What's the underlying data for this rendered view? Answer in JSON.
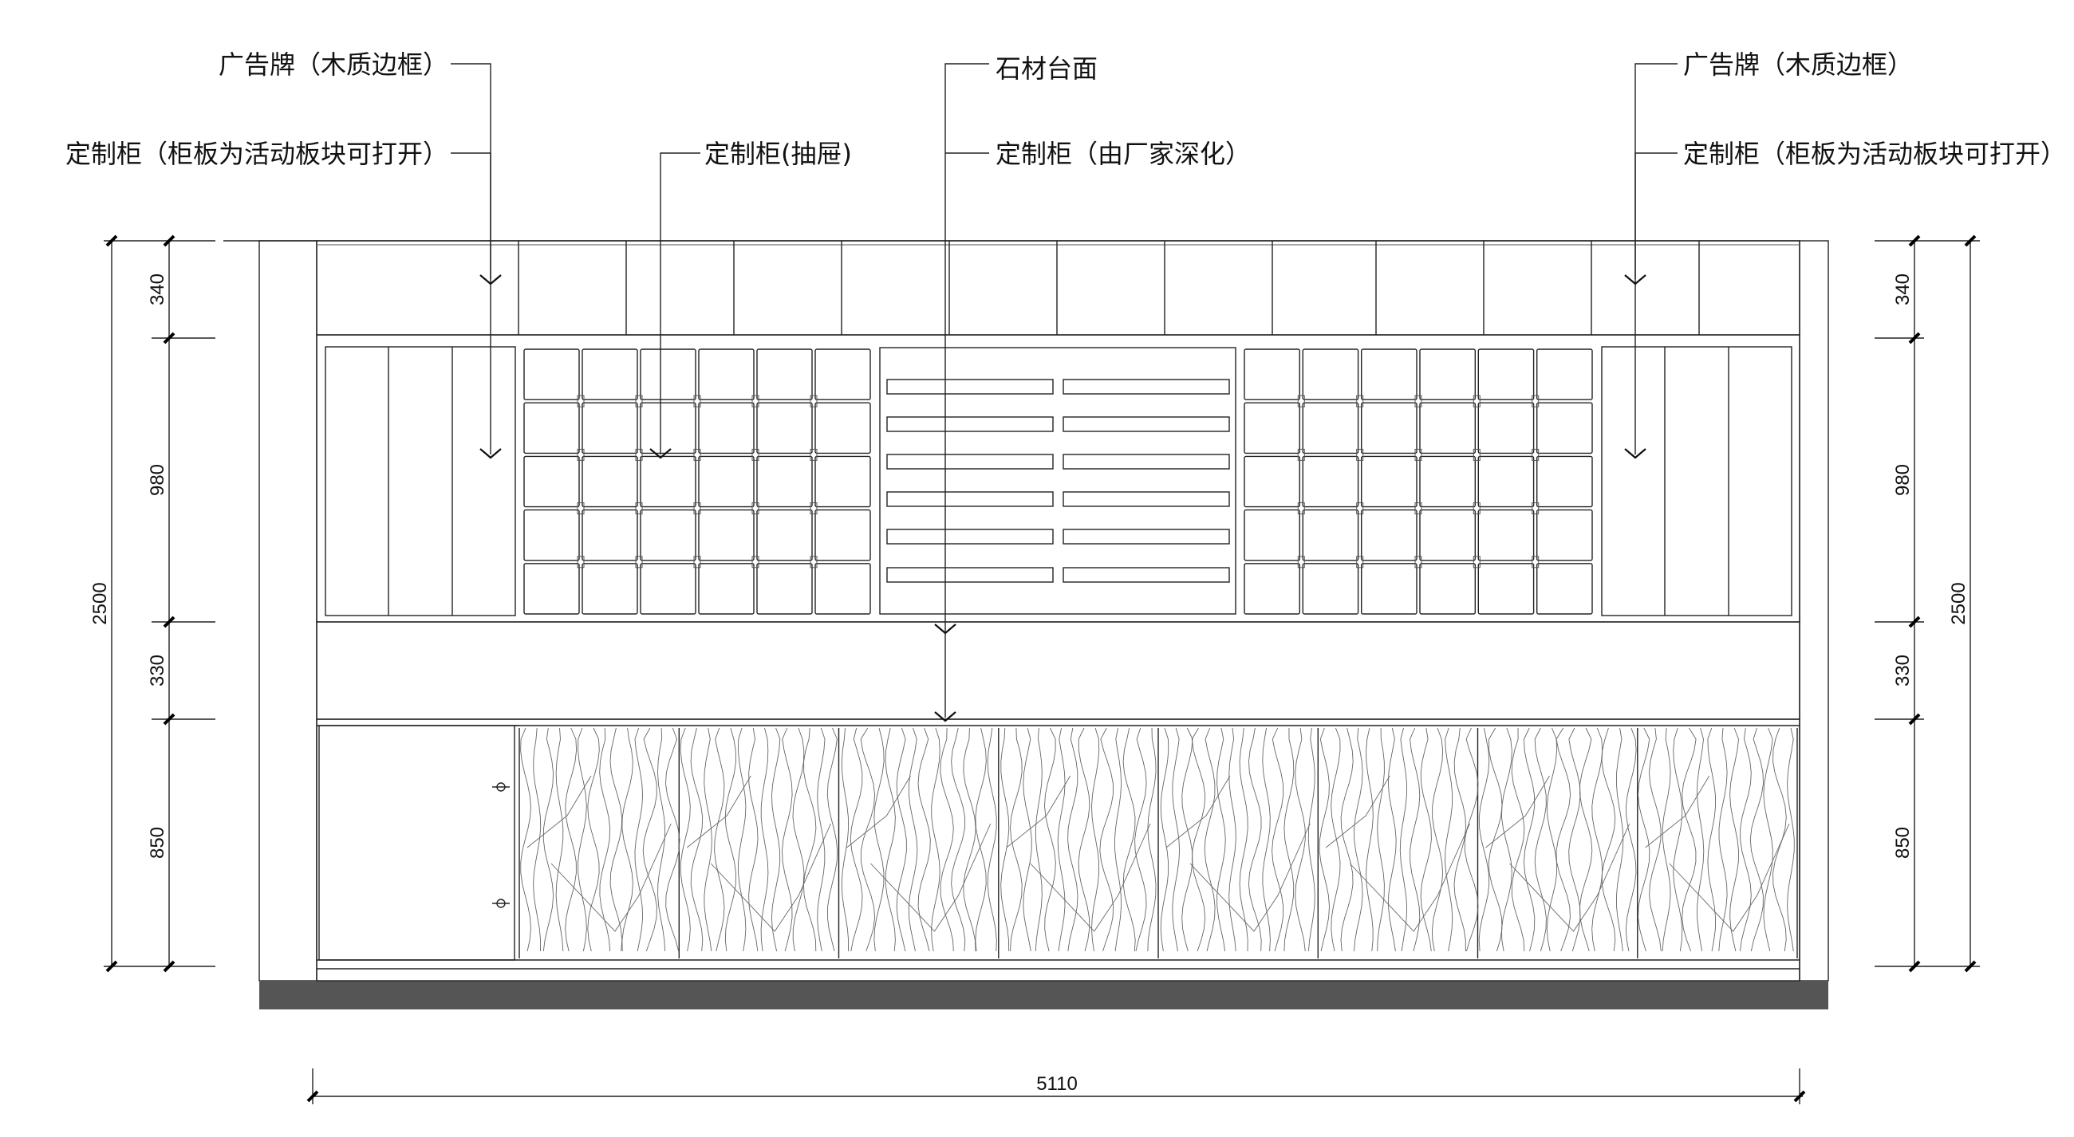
{
  "annotations": {
    "sign_left": "广告牌（木质边框）",
    "cabinet_left": "定制柜（柜板为活动板块可打开）",
    "drawer_cabinet": "定制柜(抽屉)",
    "stone_top": "石材台面",
    "cabinet_factory": "定制柜（由厂家深化）",
    "sign_right": "广告牌（木质边框）",
    "cabinet_right": "定制柜（柜板为活动板块可打开）"
  },
  "dimensions": {
    "left": {
      "sign": "340",
      "upper": "980",
      "counter": "330",
      "lower": "850",
      "total": "2500"
    },
    "right": {
      "sign": "340",
      "upper": "980",
      "counter": "330",
      "lower": "850",
      "total": "2500"
    },
    "width": "5110"
  }
}
